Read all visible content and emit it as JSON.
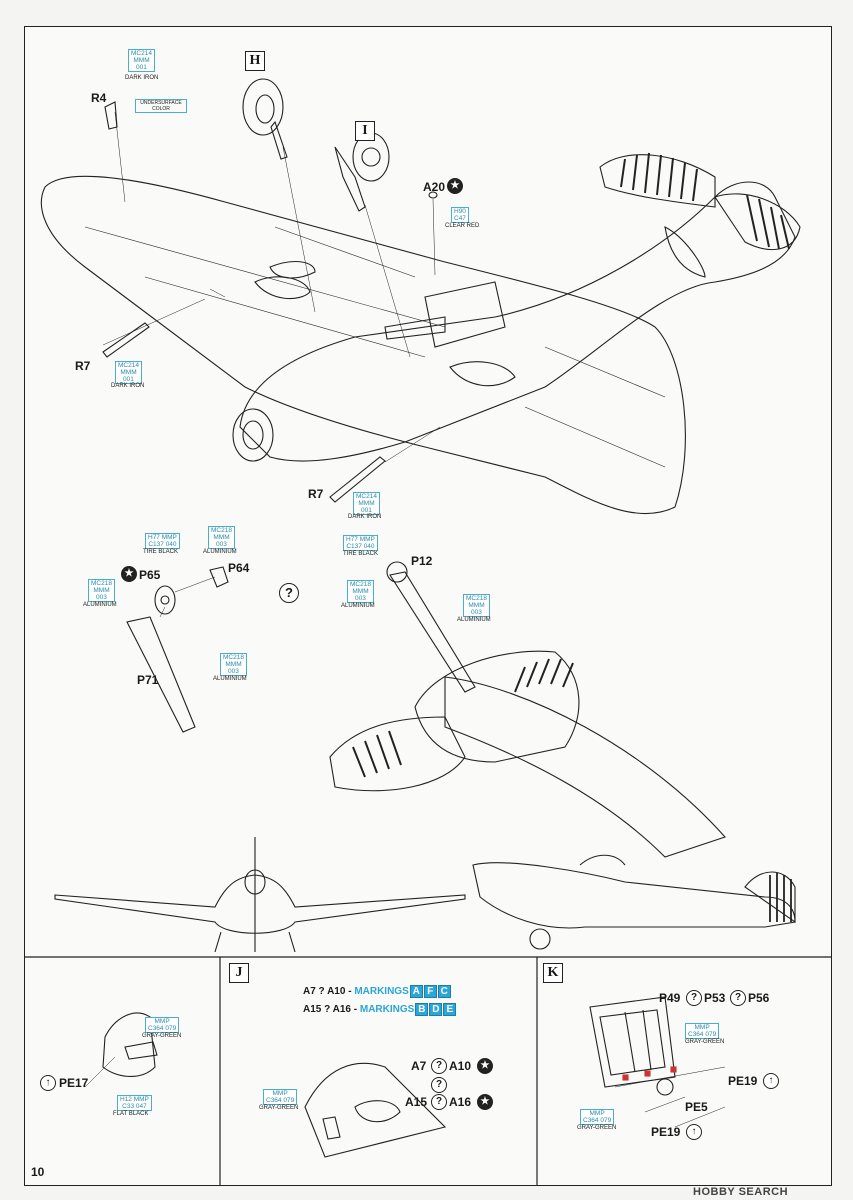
{
  "page": {
    "number": "10"
  },
  "watermark": {
    "text": "HOBBY SEARCH"
  },
  "parts": [
    {
      "id": "r4",
      "label": "R4"
    },
    {
      "id": "r7a",
      "label": "R7"
    },
    {
      "id": "r7b",
      "label": "R7"
    },
    {
      "id": "a20",
      "label": "A20"
    },
    {
      "id": "p65",
      "label": "P65"
    },
    {
      "id": "p64",
      "label": "P64"
    },
    {
      "id": "p71",
      "label": "P71"
    },
    {
      "id": "p12",
      "label": "P12"
    },
    {
      "id": "pe17",
      "label": "PE17"
    },
    {
      "id": "pe5",
      "label": "PE5"
    },
    {
      "id": "pe19a",
      "label": "PE19"
    },
    {
      "id": "pe19b",
      "label": "PE19"
    },
    {
      "id": "p49",
      "label": "P49"
    },
    {
      "id": "p53",
      "label": "P53"
    },
    {
      "id": "p56",
      "label": "P56"
    },
    {
      "id": "a7",
      "label": "A7"
    },
    {
      "id": "a10",
      "label": "A10"
    },
    {
      "id": "a15",
      "label": "A15"
    },
    {
      "id": "a16",
      "label": "A16"
    }
  ],
  "steps": {
    "h": "H",
    "i": "I",
    "j": "J",
    "k": "K"
  },
  "paints": {
    "c1": {
      "codes": [
        "MC214",
        "MMM",
        "001"
      ],
      "name": "DARK IRON"
    },
    "c_under": {
      "codes": [],
      "name": "UNDERSURFACE COLOR"
    },
    "c2": {
      "codes": [
        "MC214",
        "MMM",
        "001"
      ],
      "name": "DARK IRON"
    },
    "c3": {
      "codes": [
        "H90",
        "C47"
      ],
      "name": "CLEAR RED"
    },
    "c4": {
      "codes": [
        "MC214",
        "MMM",
        "001"
      ],
      "name": "DARK IRON"
    },
    "c5": {
      "codes": [
        "H77 MMP",
        "C137 040"
      ],
      "name": "TIRE BLACK"
    },
    "c6": {
      "codes": [
        "MC218",
        "MMM",
        "003"
      ],
      "name": "ALUMINIUM"
    },
    "c7": {
      "codes": [
        "MC218",
        "MMM",
        "003"
      ],
      "name": "ALUMINIUM"
    },
    "c8": {
      "codes": [
        "MC218",
        "MMM",
        "003"
      ],
      "name": "ALUMINIUM"
    },
    "c9": {
      "codes": [
        "H77 MMP",
        "C137 040"
      ],
      "name": "TIRE BLACK"
    },
    "c10": {
      "codes": [
        "MC218",
        "MMM",
        "003"
      ],
      "name": "ALUMINIUM"
    },
    "c11": {
      "codes": [
        "MC218",
        "MMM",
        "003"
      ],
      "name": "ALUMINIUM"
    },
    "c12": {
      "codes": [
        "MMP",
        "C364 079"
      ],
      "name": "GRAY-GREEN"
    },
    "c13": {
      "codes": [
        "H12 MMP",
        "C33 047"
      ],
      "name": "FLAT BLACK"
    },
    "c14": {
      "codes": [
        "MMP",
        "C364 079"
      ],
      "name": "GRAY-GREEN"
    },
    "c15": {
      "codes": [
        "MMP",
        "C364 079"
      ],
      "name": "GRAY-GREEN"
    },
    "c16": {
      "codes": [
        "MMP",
        "C364 079"
      ],
      "name": "GRAY-GREEN"
    }
  },
  "markings": {
    "row1": {
      "range": "A7 ? A10 -",
      "label": "MARKINGS",
      "letters": [
        "A",
        "F",
        "C"
      ]
    },
    "row2": {
      "range": "A15 ? A16 -",
      "label": "MARKINGS",
      "letters": [
        "B",
        "D",
        "E"
      ]
    }
  },
  "symbols": {
    "question": "?",
    "star": "★",
    "arrow": "↑"
  },
  "colors": {
    "paint_code": "#2a8cab",
    "marking_highlight": "#2aa6d8",
    "ink": "#1a1a1a"
  }
}
